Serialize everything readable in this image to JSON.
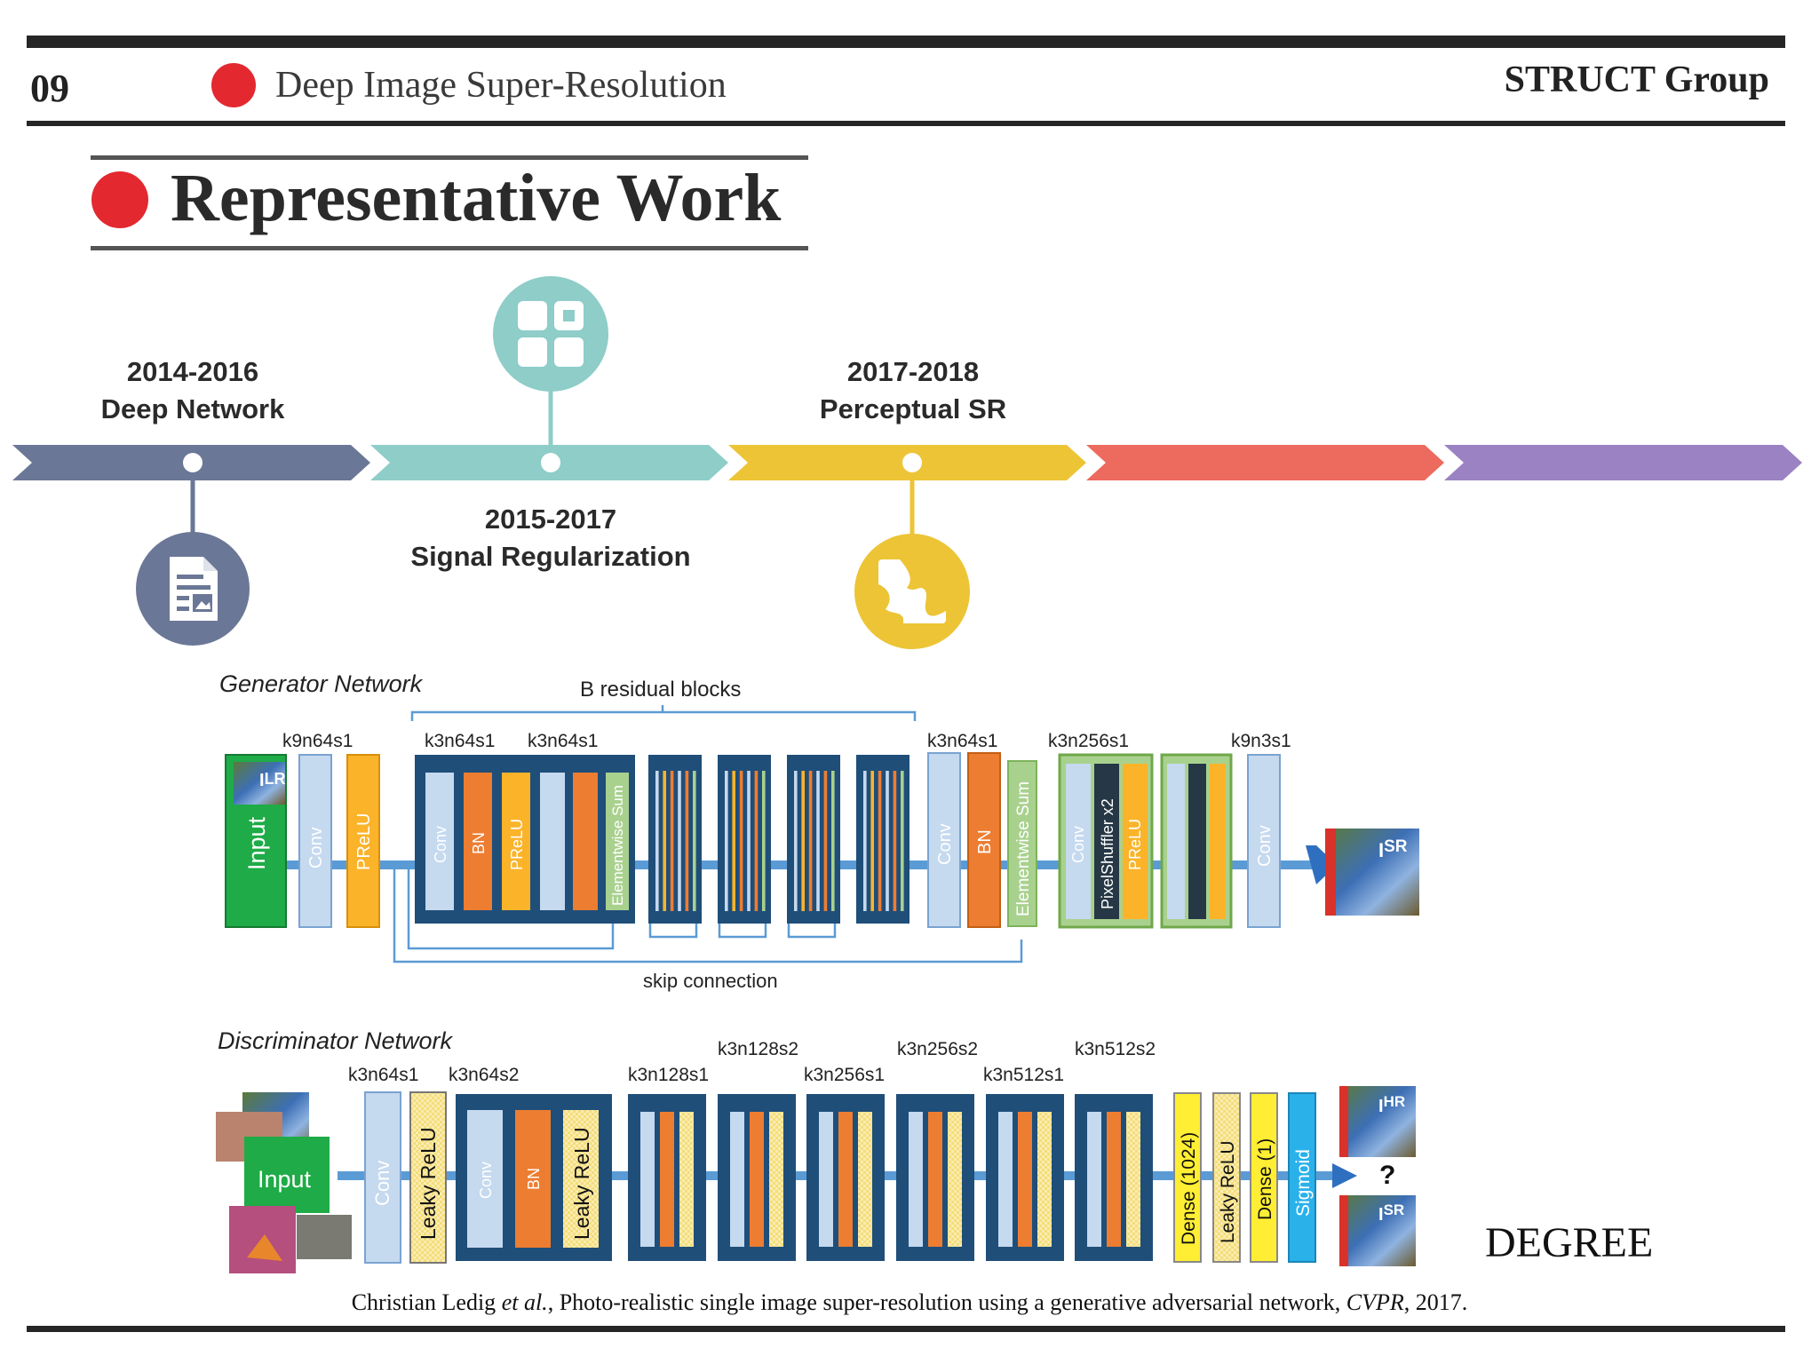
{
  "header": {
    "page_number": "09",
    "section_title": "Deep Image Super-Resolution",
    "group_name": "STRUCT Group"
  },
  "slide": {
    "title": "Representative Work",
    "watermark": "DEGREE",
    "citation": {
      "authors": "Christian Ledig",
      "etal": "et al.",
      "title": ", Photo-realistic single image super-resolution using a generative adversarial network, ",
      "venue": "CVPR",
      "year": ", 2017."
    }
  },
  "timeline": {
    "colors": [
      "#6b7796",
      "#8ecdc8",
      "#ecc436",
      "#ec6a5e",
      "#9b82c2"
    ],
    "milestones": [
      {
        "years": "2014-2016",
        "name": "Deep Network",
        "icon": "document-icon"
      },
      {
        "years": "2015-2017",
        "name": "Signal Regularization",
        "icon": "grid-icon"
      },
      {
        "years": "2017-2018",
        "name": "Perceptual SR",
        "icon": "map-icon"
      }
    ]
  },
  "generator": {
    "title": "Generator Network",
    "residual_label": "B residual blocks",
    "skip_label": "skip connection",
    "input_label": "Input",
    "input_image_label": "I",
    "input_image_sub": "LR",
    "output_image_label": "I",
    "output_image_sub": "SR",
    "kernels": {
      "k1": "k9n64s1",
      "k2": "k3n64s1",
      "k3": "k3n64s1",
      "k4": "k3n64s1",
      "k5": "k3n256s1",
      "k6": "k9n3s1"
    },
    "layers": {
      "conv": "Conv",
      "prelu": "PReLU",
      "bn": "BN",
      "esum": "Elementwise Sum",
      "pixelshuffler": "PixelShuffler x2"
    }
  },
  "discriminator": {
    "title": "Discriminator Network",
    "input_label": "Input",
    "question": "?",
    "hr_label": "I",
    "hr_sub": "HR",
    "sr_label": "I",
    "sr_sub": "SR",
    "kernels_low": [
      "k3n64s1",
      "k3n64s2",
      "k3n128s1",
      "k3n256s1",
      "k3n512s1"
    ],
    "kernels_high": [
      "k3n128s2",
      "k3n256s2",
      "k3n512s2"
    ],
    "layers": {
      "conv": "Conv",
      "leaky": "Leaky ReLU",
      "bn": "BN",
      "dense1024": "Dense (1024)",
      "dense1": "Dense (1)",
      "sigmoid": "Sigmoid"
    }
  }
}
